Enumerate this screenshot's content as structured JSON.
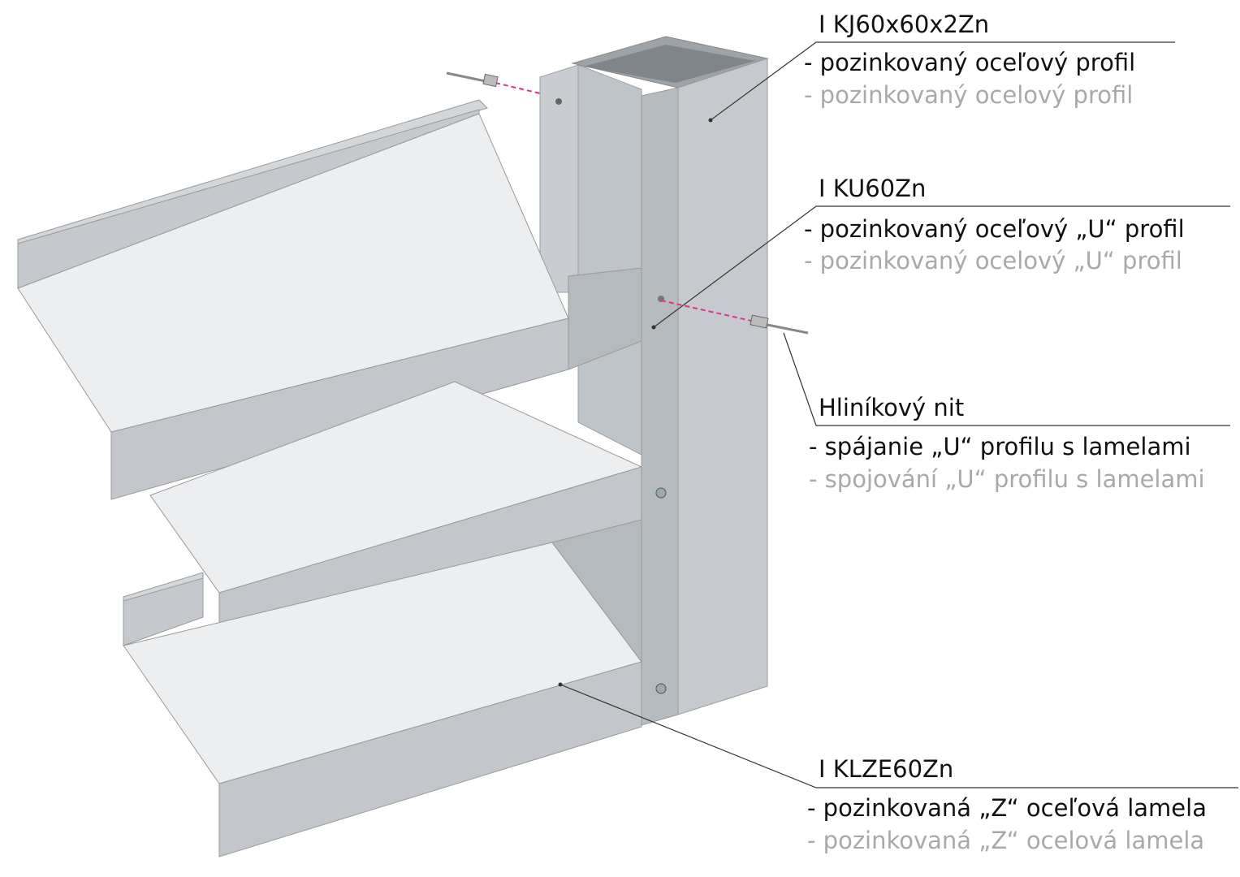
{
  "callouts": [
    {
      "code": "I KJ60x60x2Zn",
      "sk": "- pozinkovaný oceľový profil",
      "cz": "- pozinkovaný ocelový profil"
    },
    {
      "code": "I KU60Zn",
      "sk": "- pozinkovaný oceľový „U“ profil",
      "cz": "- pozinkovaný ocelový „U“ profil"
    },
    {
      "code": "Hliníkový nit",
      "sk": "- spájanie „U“ profilu s lamelami",
      "cz": "- spojování „U“ profilu s lamelami"
    },
    {
      "code": "I KLZE60Zn",
      "sk": "- pozinkovaná „Z“ oceľová lamela",
      "cz": "- pozinkovaná „Z“ ocelová lamela"
    }
  ],
  "colors": {
    "metal_light": "#e6e9ec",
    "metal_mid": "#c3c7cb",
    "metal_dark": "#a9aeb3",
    "rivet_line": "#e0338c",
    "secondary_text": "#a9a9a9"
  }
}
